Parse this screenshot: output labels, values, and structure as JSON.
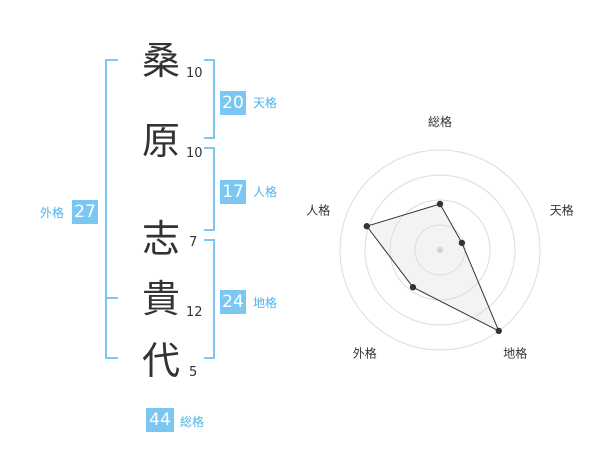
{
  "name": {
    "surname": [
      {
        "char": "桑",
        "strokes": "10"
      },
      {
        "char": "原",
        "strokes": "10"
      }
    ],
    "given": [
      {
        "char": "志",
        "strokes": "7"
      },
      {
        "char": "貴",
        "strokes": "12"
      },
      {
        "char": "代",
        "strokes": "5"
      }
    ]
  },
  "fortunes": {
    "tenkaku": {
      "value": "20",
      "label": "天格"
    },
    "jinkaku": {
      "value": "17",
      "label": "人格"
    },
    "chikaku": {
      "value": "24",
      "label": "地格"
    },
    "gaikaku": {
      "value": "27",
      "label": "外格"
    },
    "soukaku": {
      "value": "44",
      "label": "総格"
    }
  },
  "colors": {
    "accent": "#7cc6f2",
    "accent_text": "#4db3ea",
    "text": "#333333"
  },
  "chart_data": {
    "type": "radar",
    "axes": [
      "総格",
      "天格",
      "地格",
      "外格",
      "人格"
    ],
    "rings": 4,
    "values": [
      0.46,
      0.23,
      1.0,
      0.46,
      0.77
    ],
    "range": [
      0,
      1
    ]
  }
}
